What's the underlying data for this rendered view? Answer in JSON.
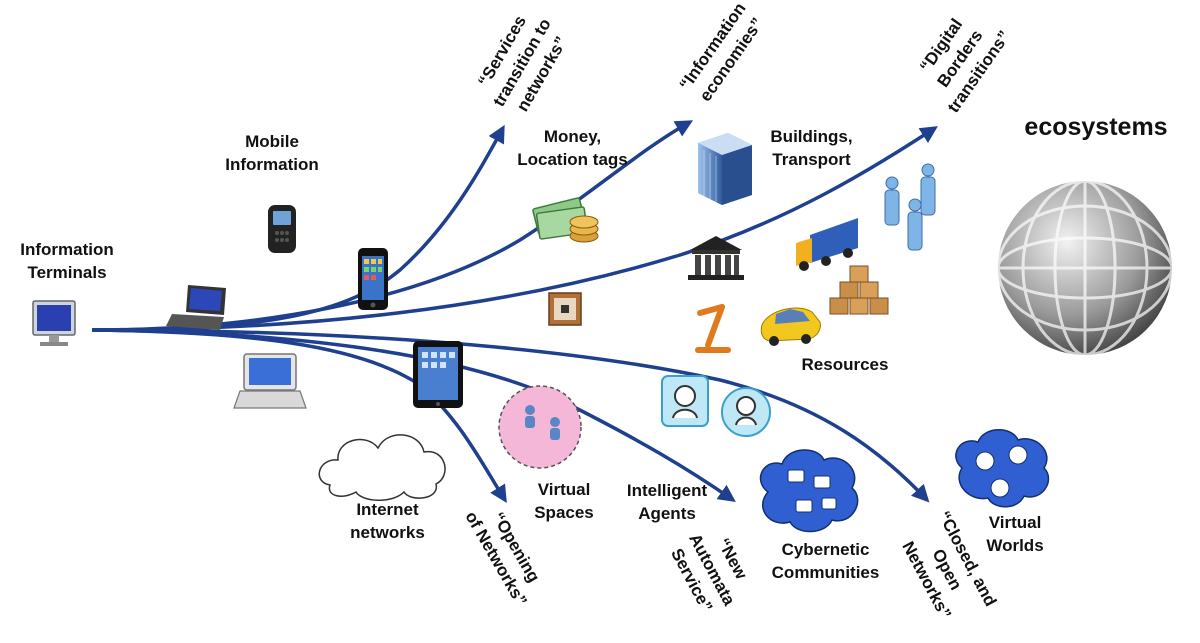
{
  "colors": {
    "arrow": "#1f3f8f",
    "globe": "#8c8c8c",
    "cloud_blue": "#2f5fd0",
    "virtual_space": "#f4b7d8"
  },
  "labels": {
    "information_terminals": "Information\nTerminals",
    "mobile_information": "Mobile\nInformation",
    "services_transition": "“Services\ntransition to\nnetworks”",
    "money_location": "Money,\nLocation tags",
    "information_economies": "“Information\neconomies”",
    "buildings_transport": "Buildings,\nTransport",
    "digital_borders": "“Digital\nBorders\ntransitions”",
    "ecosystems": "ecosystems",
    "resources": "Resources",
    "internet_networks": "Internet\nnetworks",
    "opening_networks": "“Opening\nof Networks”",
    "virtual_spaces": "Virtual\nSpaces",
    "intelligent_agents": "Intelligent\nAgents",
    "new_automata": "“New\nAutomata\nService”",
    "cybernetic_communities": "Cybernetic\nCommunities",
    "closed_open": "“Closed, and\nOpen\nNetworks”",
    "virtual_worlds": "Virtual\nWorlds"
  },
  "icons": [
    "desktop-monitor-icon",
    "laptop-icon",
    "netbook-icon",
    "mobile-phone-icon",
    "smartphone-icon",
    "tablet-icon",
    "money-icon",
    "office-building-icon",
    "bank-icon",
    "rfid-tag-icon",
    "robot-arm-icon",
    "truck-icon",
    "taxi-icon",
    "boxes-icon",
    "people-icon",
    "globe-icon",
    "cloud-icon",
    "agent-icon",
    "community-cloud-icon",
    "virtual-worlds-cloud-icon"
  ]
}
